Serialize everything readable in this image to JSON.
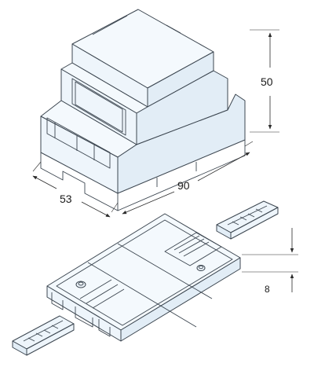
{
  "dimensions": {
    "height": "50",
    "depth": "53",
    "length": "90",
    "base_height": "8"
  },
  "colors": {
    "outline": "#3c4650",
    "fill": "#eef5fb",
    "dimension_line": "#2b2b2b"
  }
}
